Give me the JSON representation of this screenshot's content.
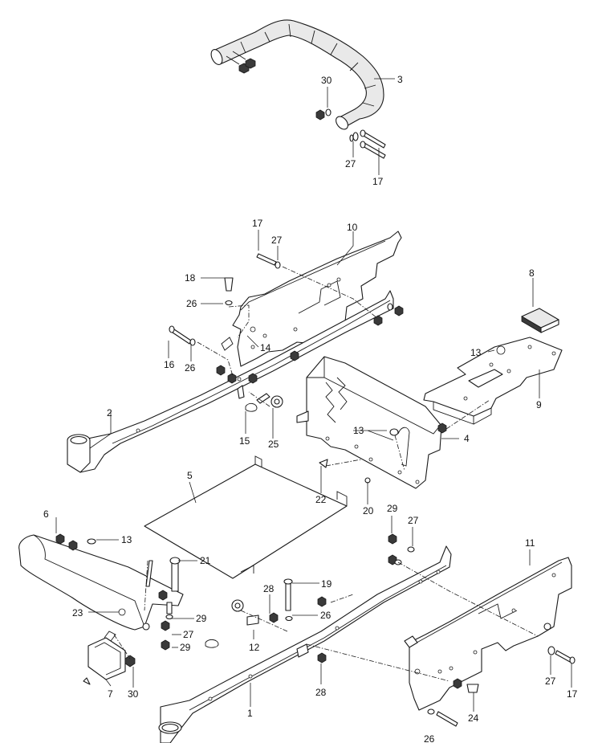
{
  "diagram": {
    "type": "exploded parts diagram",
    "callouts": [
      {
        "id": "c3",
        "label": "3"
      },
      {
        "id": "c30a",
        "label": "30"
      },
      {
        "id": "c27a",
        "label": "27"
      },
      {
        "id": "c17a",
        "label": "17"
      },
      {
        "id": "c17b",
        "label": "17"
      },
      {
        "id": "c27b",
        "label": "27"
      },
      {
        "id": "c10",
        "label": "10"
      },
      {
        "id": "c18",
        "label": "18"
      },
      {
        "id": "c26a",
        "label": "26"
      },
      {
        "id": "c8",
        "label": "8"
      },
      {
        "id": "c16",
        "label": "16"
      },
      {
        "id": "c26b",
        "label": "26"
      },
      {
        "id": "c14",
        "label": "14"
      },
      {
        "id": "c13a",
        "label": "13"
      },
      {
        "id": "c9",
        "label": "9"
      },
      {
        "id": "c2",
        "label": "2"
      },
      {
        "id": "c15",
        "label": "15"
      },
      {
        "id": "c25",
        "label": "25"
      },
      {
        "id": "c13b",
        "label": "13"
      },
      {
        "id": "c4",
        "label": "4"
      },
      {
        "id": "c5",
        "label": "5"
      },
      {
        "id": "c22",
        "label": "22"
      },
      {
        "id": "c20",
        "label": "20"
      },
      {
        "id": "c6",
        "label": "6"
      },
      {
        "id": "c13c",
        "label": "13"
      },
      {
        "id": "c21",
        "label": "21"
      },
      {
        "id": "c29a",
        "label": "29"
      },
      {
        "id": "c27c",
        "label": "27"
      },
      {
        "id": "c11",
        "label": "11"
      },
      {
        "id": "c28a",
        "label": "28"
      },
      {
        "id": "c19",
        "label": "19"
      },
      {
        "id": "c23",
        "label": "23"
      },
      {
        "id": "c29b",
        "label": "29"
      },
      {
        "id": "c27d",
        "label": "27"
      },
      {
        "id": "c29c",
        "label": "29"
      },
      {
        "id": "c26c",
        "label": "26"
      },
      {
        "id": "c12",
        "label": "12"
      },
      {
        "id": "c7",
        "label": "7"
      },
      {
        "id": "c30b",
        "label": "30"
      },
      {
        "id": "c1",
        "label": "1"
      },
      {
        "id": "c28b",
        "label": "28"
      },
      {
        "id": "c27e",
        "label": "27"
      },
      {
        "id": "c17c",
        "label": "17"
      },
      {
        "id": "c24",
        "label": "24"
      },
      {
        "id": "c26d",
        "label": "26"
      }
    ]
  }
}
